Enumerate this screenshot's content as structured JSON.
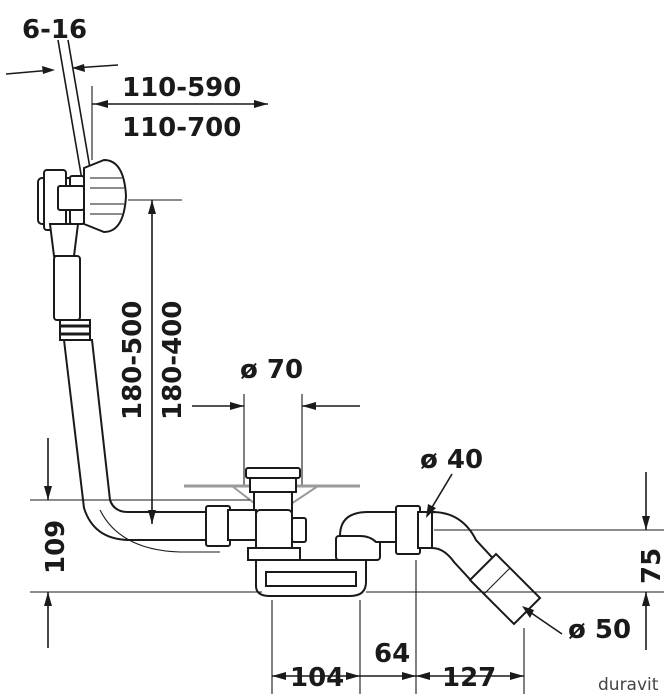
{
  "dimensions": {
    "wall_thickness": "6-16",
    "overflow_offset_a": "110-590",
    "overflow_offset_b": "110-700",
    "height_range_a": "180-500",
    "height_range_b": "180-400",
    "drain_diameter": "ø 70",
    "outlet_diameter": "ø 40",
    "pipe_diameter": "ø 50",
    "trap_height": "109",
    "outlet_height": "75",
    "width_a": "104",
    "width_b": "64",
    "width_c": "127"
  },
  "brand": "duravit"
}
